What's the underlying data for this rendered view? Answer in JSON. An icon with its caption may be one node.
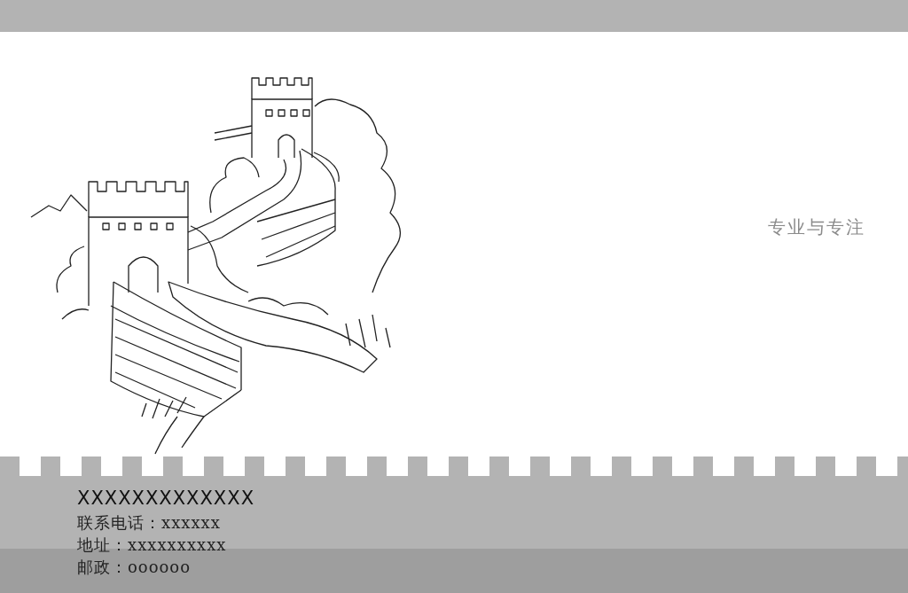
{
  "diagram": {
    "labels": [
      "专业与专注",
      "XXXXXXXXXXXXX",
      "联系电话：xxxxxx",
      "地址：xxxxxxxxxx",
      "邮政：oooooo"
    ]
  }
}
